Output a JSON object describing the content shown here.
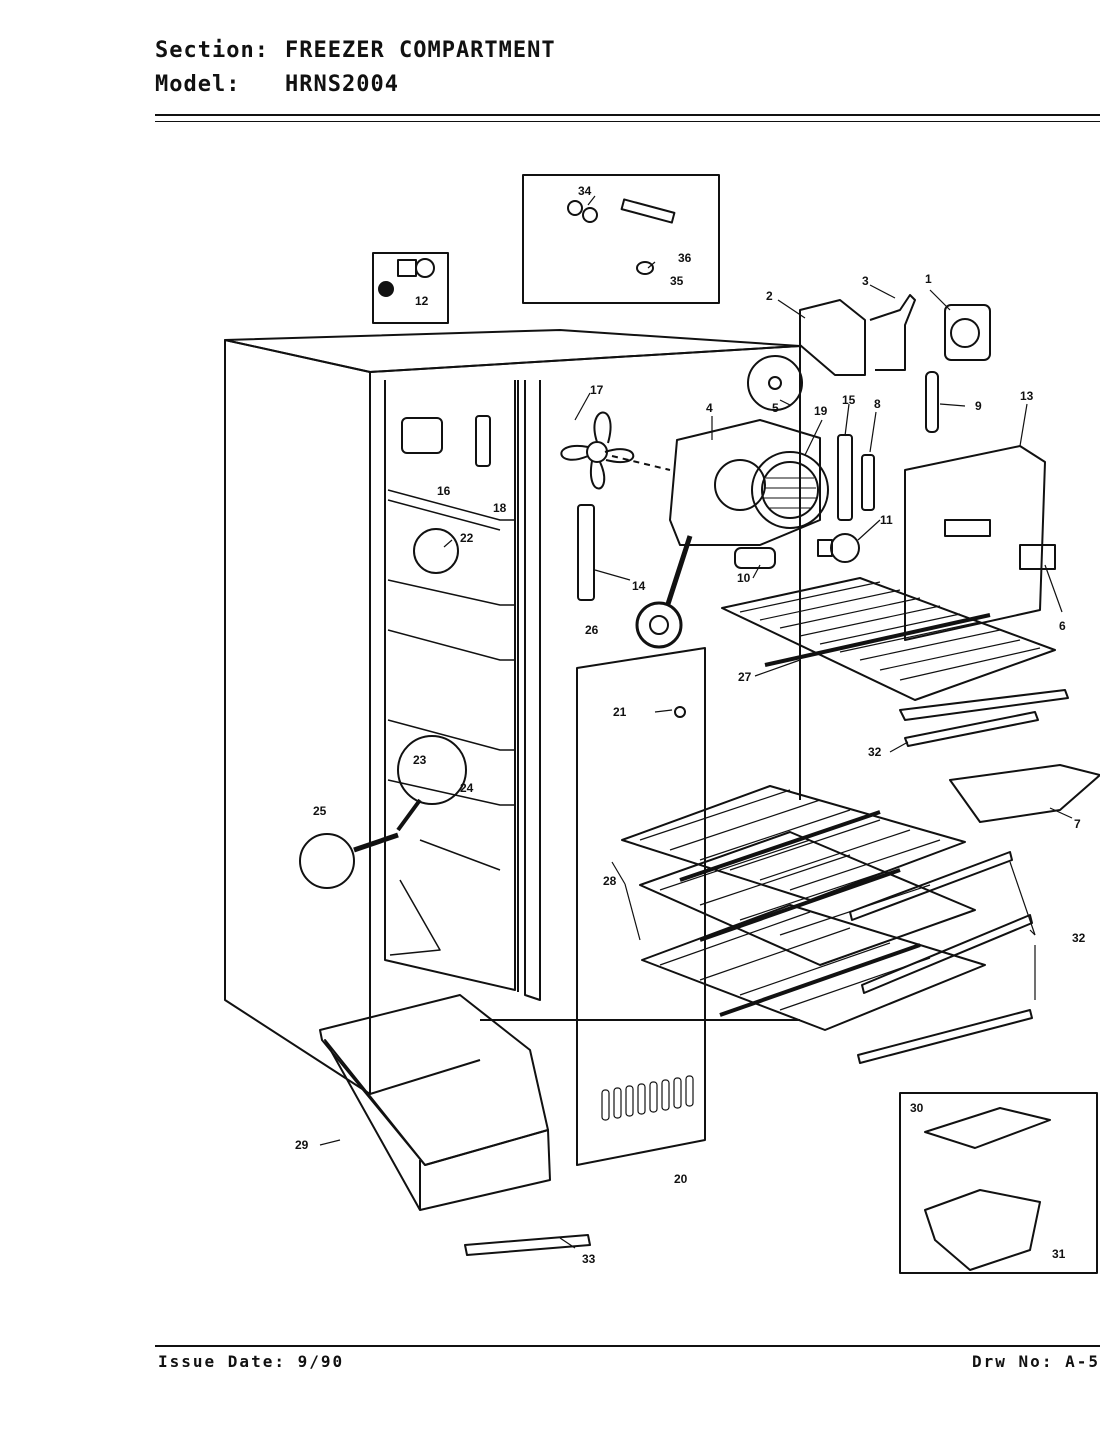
{
  "header": {
    "section_label": "Section:",
    "section_value": "FREEZER COMPARTMENT",
    "model_label": "Model:",
    "model_value": "HRNS2004"
  },
  "footer": {
    "issue_label": "Issue Date:",
    "issue_value": "9/90",
    "drawing_label": "Drw No:",
    "drawing_value": "A-5"
  },
  "callouts": [
    {
      "id": "c1",
      "label": "1"
    },
    {
      "id": "c2",
      "label": "2"
    },
    {
      "id": "c3",
      "label": "3"
    },
    {
      "id": "c4",
      "label": "4"
    },
    {
      "id": "c5",
      "label": "5"
    },
    {
      "id": "c6",
      "label": "6"
    },
    {
      "id": "c7",
      "label": "7"
    },
    {
      "id": "c8",
      "label": "8"
    },
    {
      "id": "c9",
      "label": "9"
    },
    {
      "id": "c10",
      "label": "10"
    },
    {
      "id": "c11",
      "label": "11"
    },
    {
      "id": "c12",
      "label": "12"
    },
    {
      "id": "c13",
      "label": "13"
    },
    {
      "id": "c14",
      "label": "14"
    },
    {
      "id": "c15",
      "label": "15"
    },
    {
      "id": "c16",
      "label": "16"
    },
    {
      "id": "c17",
      "label": "17"
    },
    {
      "id": "c18",
      "label": "18"
    },
    {
      "id": "c19",
      "label": "19"
    },
    {
      "id": "c20",
      "label": "20"
    },
    {
      "id": "c21",
      "label": "21"
    },
    {
      "id": "c22",
      "label": "22"
    },
    {
      "id": "c23",
      "label": "23"
    },
    {
      "id": "c24",
      "label": "24"
    },
    {
      "id": "c25",
      "label": "25"
    },
    {
      "id": "c26",
      "label": "26"
    },
    {
      "id": "c27",
      "label": "27"
    },
    {
      "id": "c28",
      "label": "28"
    },
    {
      "id": "c29",
      "label": "29"
    },
    {
      "id": "c30",
      "label": "30"
    },
    {
      "id": "c31",
      "label": "31"
    },
    {
      "id": "c32a",
      "label": "32"
    },
    {
      "id": "c32b",
      "label": "32"
    },
    {
      "id": "c33",
      "label": "33"
    },
    {
      "id": "c34",
      "label": "34"
    },
    {
      "id": "c35",
      "label": "35"
    },
    {
      "id": "c36",
      "label": "36"
    }
  ]
}
